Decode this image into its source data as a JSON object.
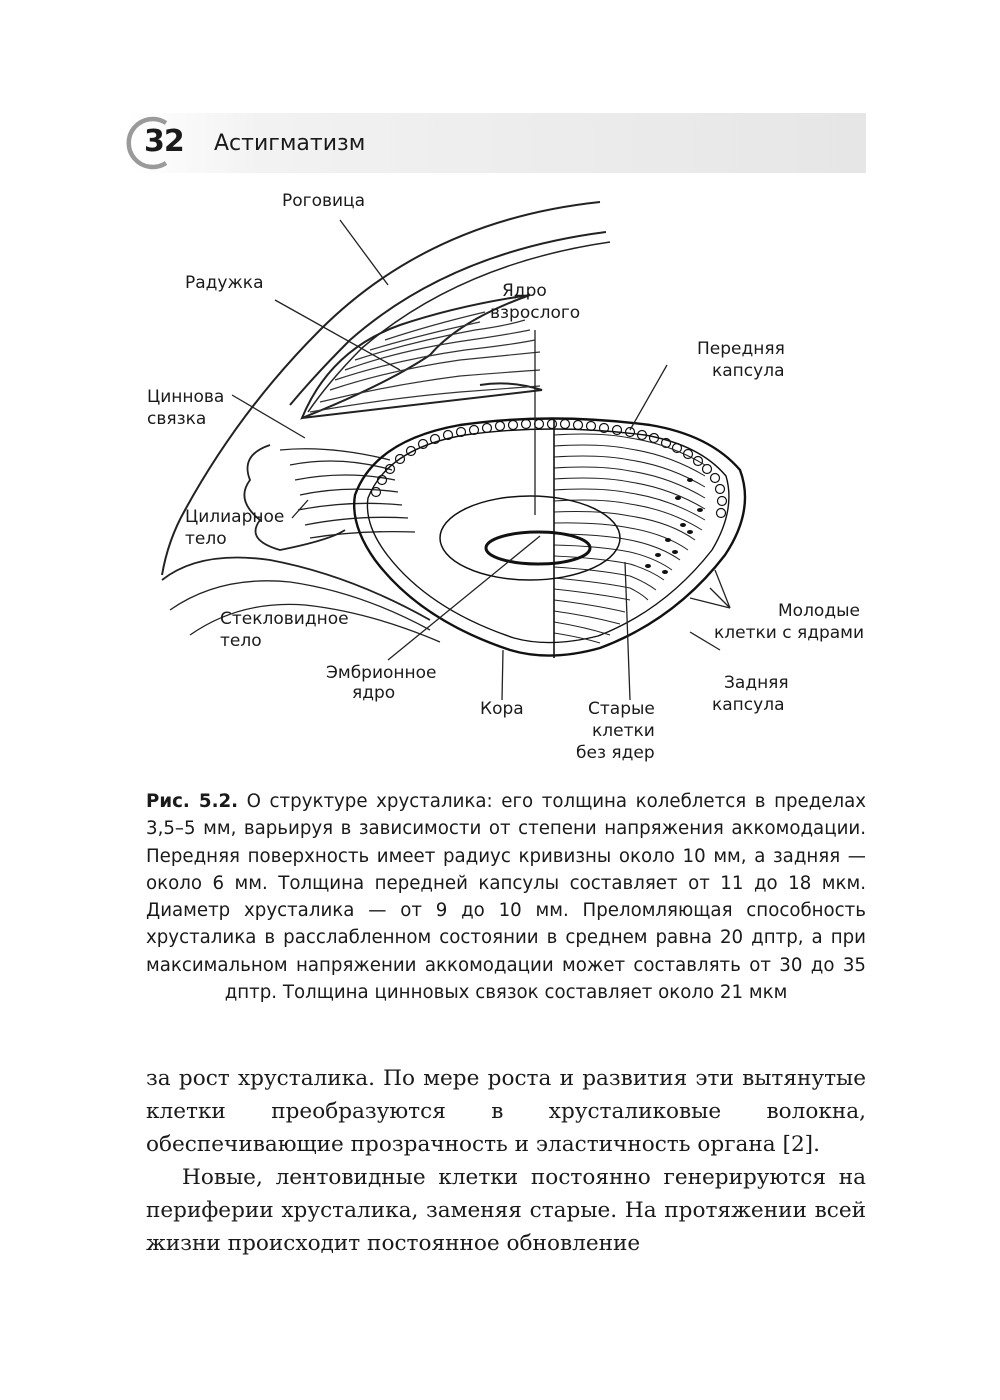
{
  "header": {
    "page_number": "32",
    "running_title": "Астигматизм"
  },
  "figure": {
    "labels": {
      "cornea": "Роговица",
      "iris": "Радужка",
      "adult_nucleus_1": "Ядро",
      "adult_nucleus_2": "взрослого",
      "anterior_capsule_1": "Передняя",
      "anterior_capsule_2": "капсула",
      "zonule_1": "Циннова",
      "zonule_2": "связка",
      "ciliary_body_1": "Цилиарное",
      "ciliary_body_2": "тело",
      "vitreous_1": "Стекловидное",
      "vitreous_2": "тело",
      "young_cells_1": "Молодые",
      "young_cells_2": "клетки с ядрами",
      "embryonic_nucleus_1": "Эмбрионное",
      "embryonic_nucleus_2": "ядро",
      "cortex": "Кора",
      "old_cells_1": "Старые",
      "old_cells_2": "клетки",
      "old_cells_3": "без ядер",
      "posterior_capsule_1": "Задняя",
      "posterior_capsule_2": "капсула"
    }
  },
  "caption": {
    "label": "Рис. 5.2.",
    "text": " О структуре хрусталика: его толщина колеблется в пределах 3,5–5 мм, варьируя в зависимости от степени напряжения аккомодации. Передняя поверхность имеет радиус кривизны около 10 мм, а задняя — около 6 мм. Толщина передней капсулы составляет от 11 до 18 мкм. Диаметр хрусталика — от 9 до 10 мм. Преломляющая способность хрусталика в расслабленном состоянии в среднем равна 20 дптр, а при максимальном напряжении аккомодации может составлять от 30 до 35 дптр. Толщина цинновых связок составляет около 21 мкм"
  },
  "body": {
    "paragraph1": "за рост хрусталика. По мере роста и развития эти вытянутые клетки преобразуются в хрусталиковые волокна, обеспечивающие прозрачность и эластичность органа [2].",
    "paragraph2": "Новые, лентовидные клетки постоянно генерируются на периферии хрусталика, заменяя старые. На протяжении всей жизни происходит постоянное обновление"
  }
}
